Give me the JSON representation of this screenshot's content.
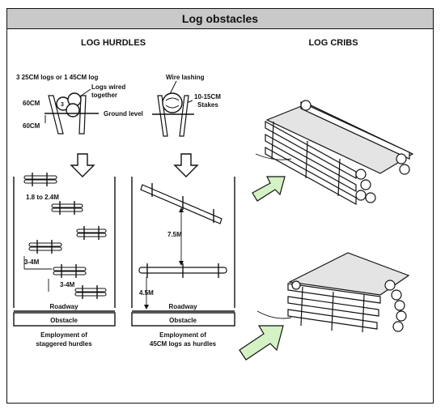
{
  "title": "Log obstacles",
  "hurdles": {
    "heading": "LOG HURDLES",
    "top_left_label": "3 25CM logs or 1 45CM log",
    "logs_wired_1": "Logs wired",
    "logs_wired_2": "together",
    "wire_lashing": "Wire lashing",
    "stakes_1": "10-15CM",
    "stakes_2": "Stakes",
    "height_1": "60CM",
    "height_2": "60CM",
    "ground_level": "Ground level",
    "spacing_1": "1.8 to 2.4M",
    "spacing_2": "3-4M",
    "spacing_3": "3-4M",
    "spacing_4": "7.5M",
    "spacing_5": "4.5M",
    "roadway_left": "Roadway",
    "roadway_right": "Roadway",
    "obstacle_left": "Obstacle",
    "obstacle_right": "Obstacle",
    "caption_left_1": "Employment of",
    "caption_left_2": "staggered hurdles",
    "caption_right_1": "Employment of",
    "caption_right_2": "45CM logs as hurdles"
  },
  "cribs": {
    "heading": "LOG CRIBS"
  },
  "colors": {
    "arrow_green": "#d4f2c4",
    "title_bg": "#c9c9c9"
  }
}
